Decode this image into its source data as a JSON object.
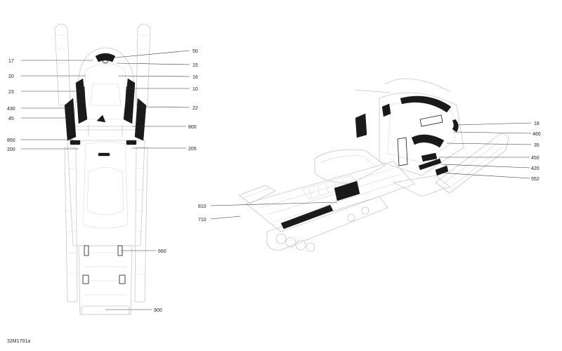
{
  "diagram": {
    "reference_code": "32M1701a",
    "left_callouts": [
      "17",
      "20",
      "23",
      "430",
      "45",
      "850",
      "200"
    ],
    "top_view_right_callouts": [
      "50",
      "15",
      "16",
      "10",
      "22",
      "800",
      "205",
      "660",
      "900"
    ],
    "side_view_callouts": [
      "18",
      "460",
      "35",
      "450",
      "420",
      "552",
      "810",
      "710"
    ]
  }
}
